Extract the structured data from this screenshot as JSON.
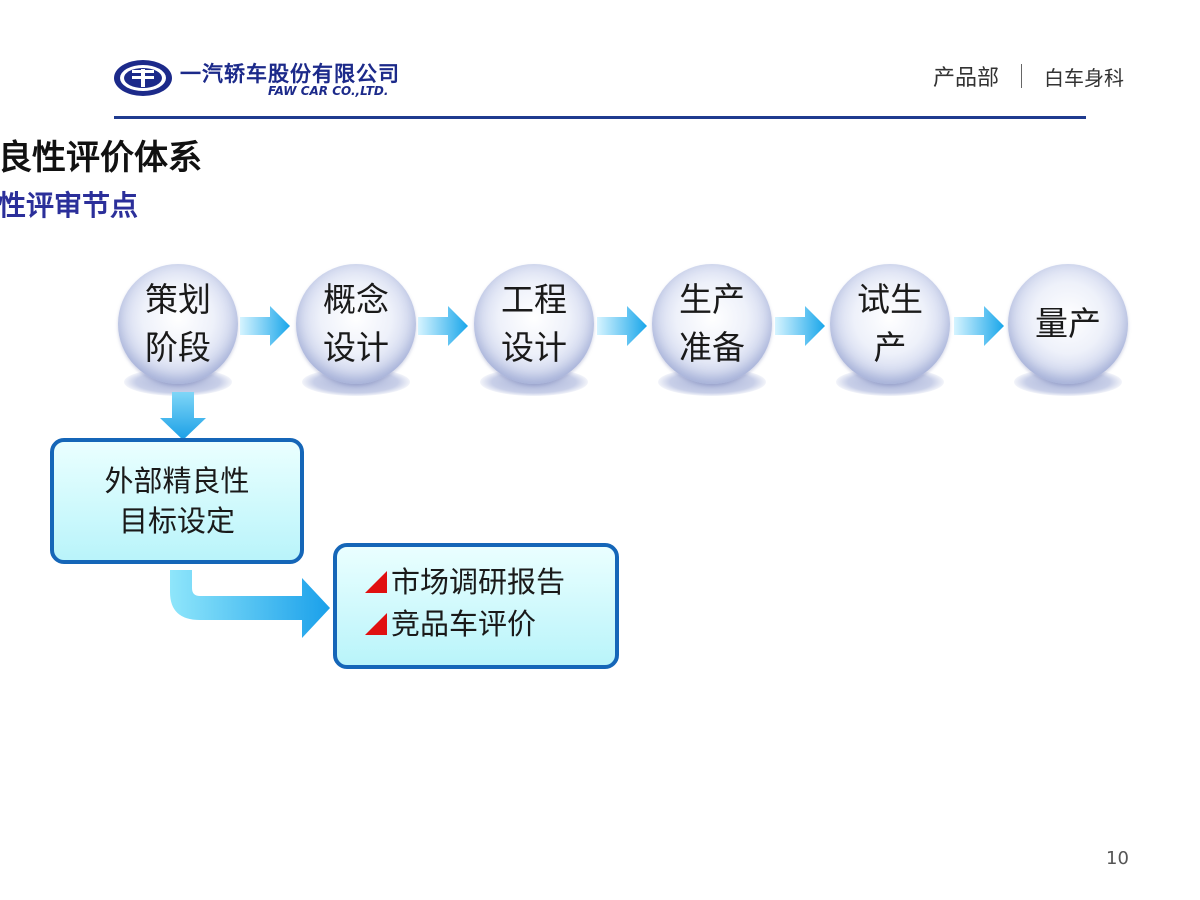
{
  "header": {
    "company_cn": "一汽轿车股份有限公司",
    "company_en": "FAW CAR CO.,LTD.",
    "dept": "产品部",
    "section": "白车身科"
  },
  "titles": {
    "main": "良性评价体系",
    "sub": "性评审节点"
  },
  "stages": [
    {
      "label": "策划\n阶段"
    },
    {
      "label": "概念\n设计"
    },
    {
      "label": "工程\n设计"
    },
    {
      "label": "生产\n准备"
    },
    {
      "label": "试生\n产"
    },
    {
      "label": "量产"
    }
  ],
  "box1": {
    "text": "外部精良性\n目标设定"
  },
  "box2": {
    "items": [
      "市场调研报告",
      "竞品车评价"
    ]
  },
  "page_number": "10",
  "colors": {
    "accent_blue": "#1f3b8f",
    "arrow_cyan": "#2fb8f0",
    "box_border": "#1566b8",
    "bullet_red": "#e01010"
  }
}
